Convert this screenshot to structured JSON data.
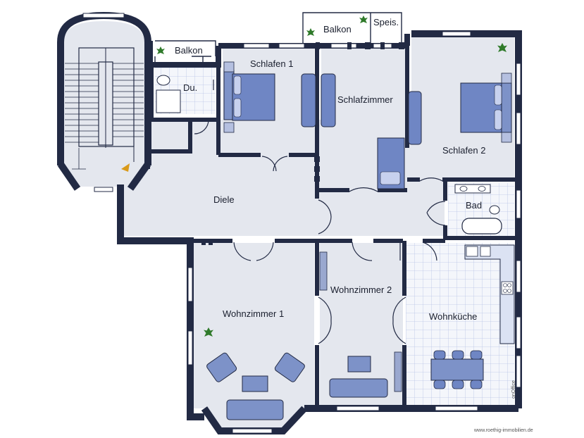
{
  "rooms": {
    "balkon_left": "Balkon",
    "dusche": "Du.",
    "schlafen1": "Schlafen 1",
    "balkon_top": "Balkon",
    "speis": "Speis.",
    "schlafzimmer": "Schlafzimmer",
    "schlafen2": "Schlafen 2",
    "diele": "Diele",
    "bad": "Bad",
    "wohnzimmer1": "Wohnzimmer 1",
    "wohnzimmer2": "Wohnzimmer 2",
    "wohnkueche": "Wohnküche"
  },
  "branding": {
    "logo": "onOffice",
    "website": "www.roethig-immobilien.de"
  },
  "colors": {
    "wall": "#222a44",
    "floor": "#e4e7ee",
    "tile_floor": "#f4f6fb",
    "tile_grid": "#b8c4e6",
    "furniture": "#7d92c8",
    "furniture_dark": "#5a6fa8",
    "plant": "#2f7a2a"
  }
}
